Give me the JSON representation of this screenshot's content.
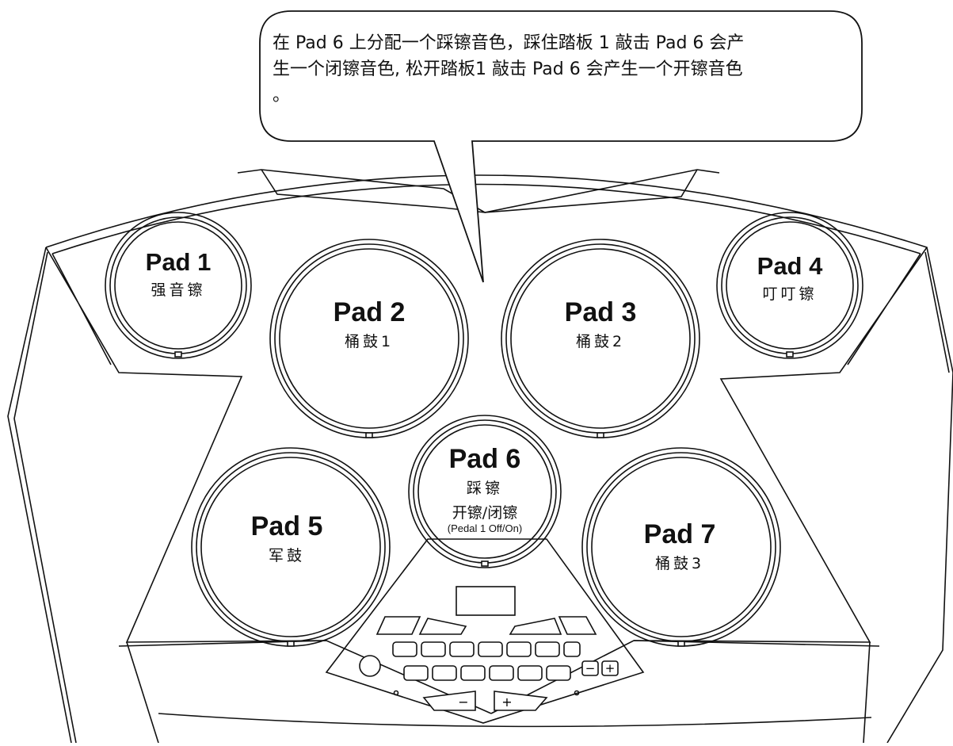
{
  "callout": {
    "line1": "在 Pad 6 上分配一个踩镲音色，踩住踏板 1 敲击 Pad 6 会产",
    "line2": "生一个闭镲音色, 松开踏板1 敲击 Pad 6 会产生一个开镲音色",
    "line3": "。"
  },
  "pads": {
    "pad1": {
      "title": "Pad 1",
      "sub": "强音镲"
    },
    "pad2": {
      "title": "Pad 2",
      "sub": "桶鼓1"
    },
    "pad3": {
      "title": "Pad 3",
      "sub": "桶鼓2"
    },
    "pad4": {
      "title": "Pad 4",
      "sub": "叮叮镲"
    },
    "pad5": {
      "title": "Pad 5",
      "sub": "军鼓"
    },
    "pad6": {
      "title": "Pad 6",
      "sub": "踩镲",
      "sub2": "开镲/闭镲",
      "sub3": "(Pedal 1 Off/On)"
    },
    "pad7": {
      "title": "Pad 7",
      "sub": "桶鼓3"
    }
  },
  "controls": {
    "minus_symbol": "−",
    "plus_symbol": "+"
  }
}
